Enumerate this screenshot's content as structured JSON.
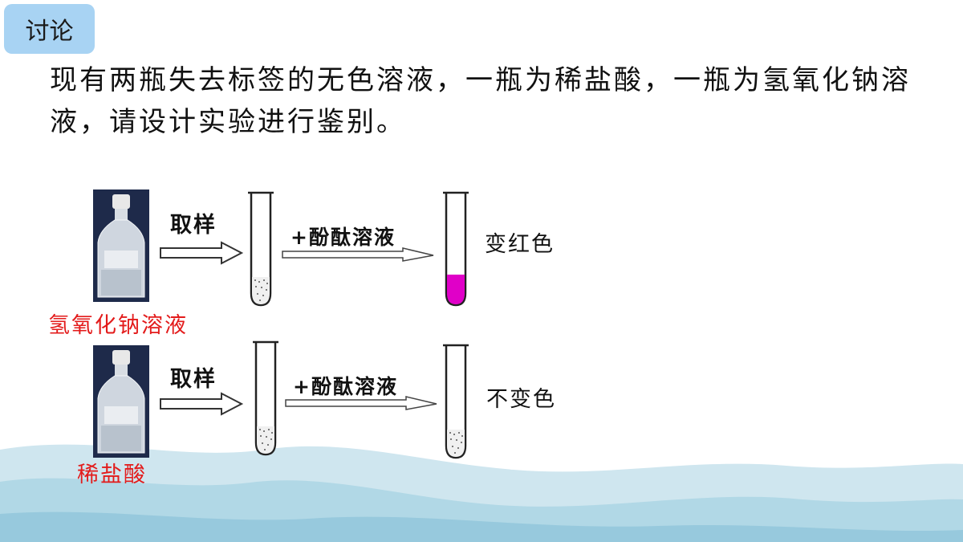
{
  "tag": "讨论",
  "paragraph": "现有两瓶失去标签的无色溶液，一瓶为稀盐酸，一瓶为氢氧化钠溶液，请设计实验进行鉴别。",
  "rows": [
    {
      "sample_label": "取样",
      "reagent": "+酚酞溶液",
      "result": "变红色",
      "solution": "氢氧化钠溶液",
      "result_color": "#e000c8"
    },
    {
      "sample_label": "取样",
      "reagent": "+酚酞溶液",
      "result": "不变色",
      "solution": "稀盐酸",
      "result_color": "#ffffff"
    }
  ],
  "colors": {
    "tag_bg": "#a8d3f3",
    "solution_label": "#e31b1b",
    "mountain": "#9fcfe0"
  }
}
